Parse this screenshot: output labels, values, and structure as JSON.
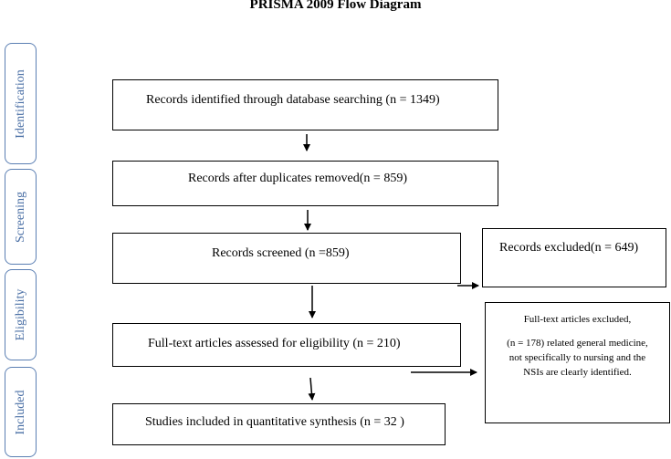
{
  "title": "PRISMA 2009 Flow Diagram",
  "phases": {
    "identification": "Identification",
    "screening": "Screening",
    "eligibility": "Eligibility",
    "included": "Included"
  },
  "boxes": {
    "identified": "Records identified through database searching (n = 1349)",
    "duplicates_removed": "Records after duplicates removed(n = 859)",
    "screened": "Records screened (n =859)",
    "excluded": "Records excluded(n = 649)",
    "fulltext_assessed": "Full-text articles assessed for eligibility (n = 210)",
    "fulltext_excluded_title": "Full-text articles excluded,",
    "fulltext_excluded_line1": "(n = 178)  related general medicine,",
    "fulltext_excluded_line2": "not specifically to nursing  and the",
    "fulltext_excluded_line3": "NSIs are clearly identified.",
    "included": "Studies included in quantitative synthesis (n = 32 )"
  }
}
